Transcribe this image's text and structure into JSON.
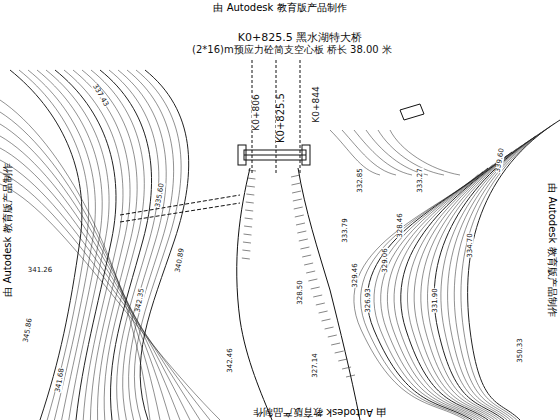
{
  "diagram": {
    "labels": [
      "由 Autodesk 教育版产品制作",
      "由 Autodesk 教育版产品制作",
      "由 Autodesk 教育版产品制作",
      "由 Autodesk 教育版产品制作",
      "K0+825.5  黑水湖特大桥",
      "(2*16)m预应力砼简支空心板 桥长 38.00 米",
      "K0+806",
      "K0+825.5",
      "K0+844",
      "337.43",
      "333.79",
      "332.85",
      "329.46",
      "328.50",
      "326.93",
      "341.26",
      "345.86",
      "342.35",
      "340.89",
      "328.46",
      "327.14",
      "331.90",
      "329.06",
      "333.27",
      "335.60",
      "334.70",
      "339.60",
      "350.33",
      "341.68",
      "342.46"
    ]
  }
}
